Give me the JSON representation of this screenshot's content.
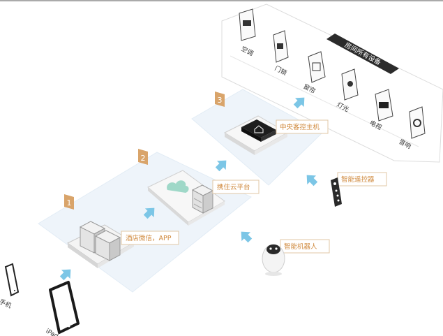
{
  "steps": [
    "1",
    "2",
    "3"
  ],
  "labels": {
    "hotel_wechat_app": "酒店微信，APP",
    "cloud_platform": "携住云平台",
    "central_host": "中央客控主机",
    "remote_control": "智能遥控器",
    "robot": "智能机器人"
  },
  "room_devices": {
    "header": "房间所有设备",
    "items": [
      "空调",
      "门锁",
      "窗帘",
      "灯光",
      "电视",
      "音响"
    ]
  },
  "client_devices": [
    "手机",
    "iPad"
  ],
  "colors": {
    "accent": "#d9a46a",
    "label_text": "#d08a3e",
    "arrow": "#7cc6e6",
    "platform": "#eef4fa",
    "header_bg": "#2b2b2b"
  }
}
